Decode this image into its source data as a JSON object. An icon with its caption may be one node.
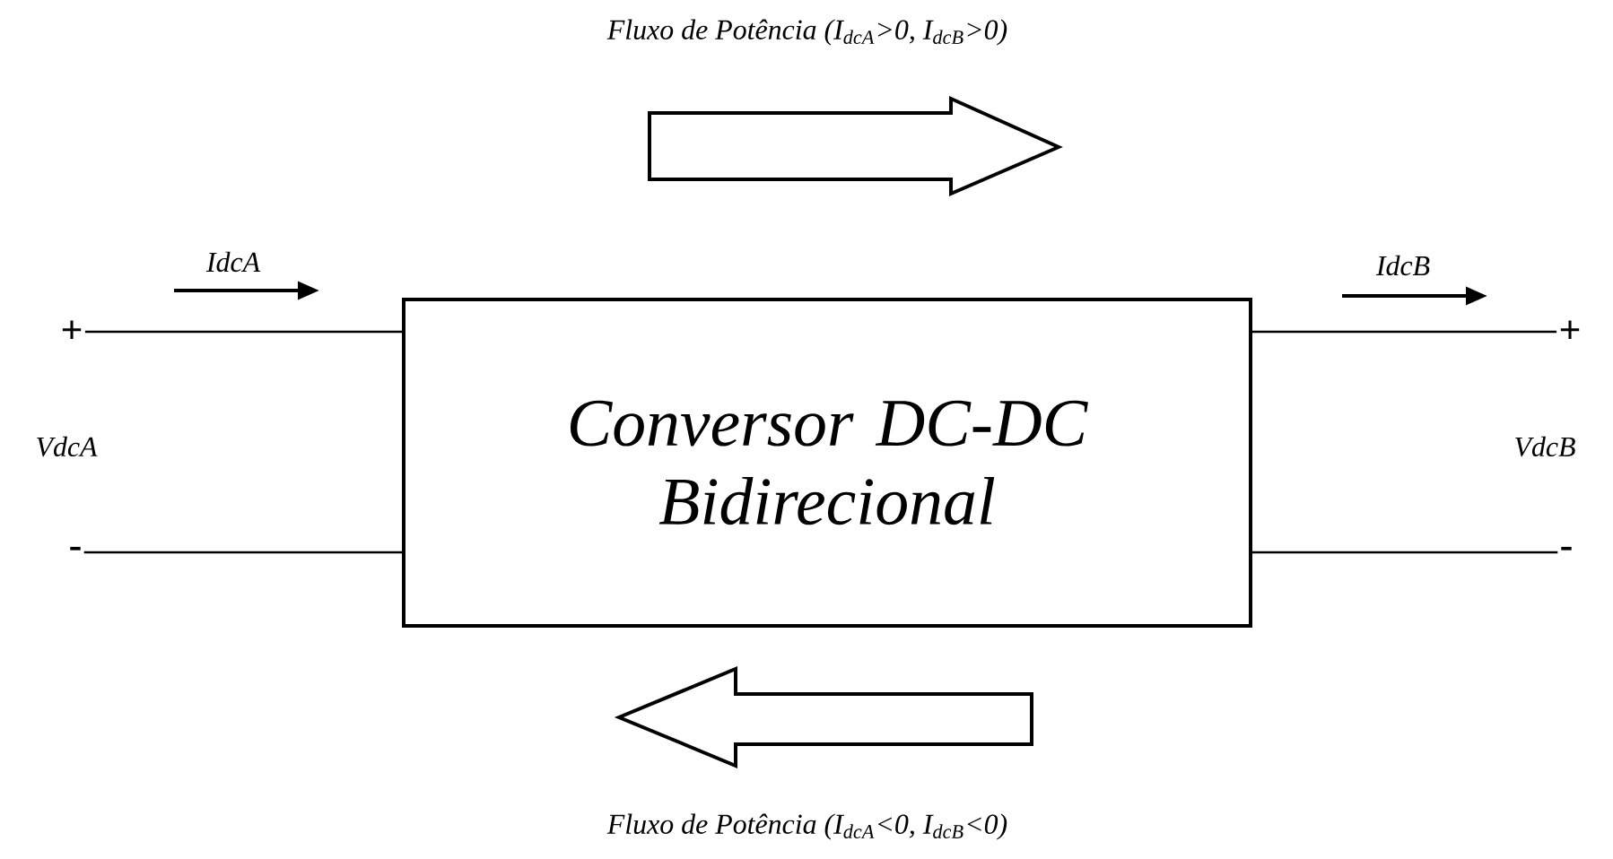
{
  "diagram": {
    "nodes": [
      {
        "text": [
          "Conversor DC-DC Bidirecional"
        ]
      },
      {
        "text": [
          "+"
        ]
      },
      {
        "text": [
          "-"
        ]
      },
      {
        "text": [
          "+"
        ]
      },
      {
        "text": [
          "-"
        ]
      }
    ],
    "edges": [
      {
        "from": 1,
        "to": 0,
        "arrow": "none"
      },
      {
        "from": 2,
        "to": 0,
        "arrow": "none"
      },
      {
        "from": 0,
        "to": 3,
        "arrow": "none"
      },
      {
        "from": 0,
        "to": 4,
        "arrow": "none"
      }
    ],
    "labels": [
      "Fluxo de Potência (I$_{dcA}$>0, I$_{dcB}$>0)",
      "IdcA",
      "IdcB",
      "VdcA",
      "VdcB",
      "Fluxo de Potência (I$_{dcA}$<0, I$_{dcB}$<0)"
    ]
  }
}
